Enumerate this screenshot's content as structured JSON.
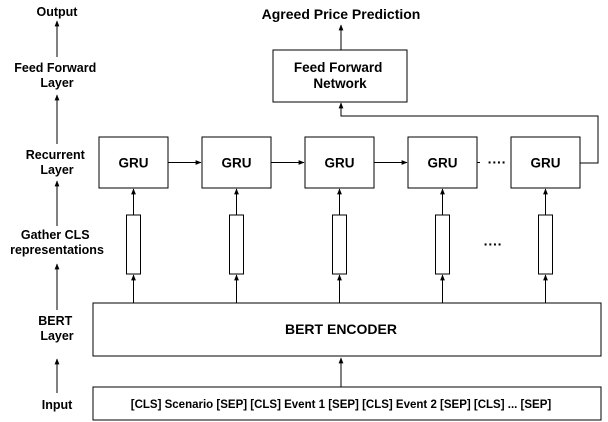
{
  "layers": {
    "output": "Output",
    "feed_forward": [
      "Feed Forward",
      "Layer"
    ],
    "recurrent": [
      "Recurrent",
      "Layer"
    ],
    "gather": [
      "Gather CLS",
      "representations"
    ],
    "bert": [
      "BERT",
      "Layer"
    ],
    "input": "Input"
  },
  "output_label": "Agreed Price Prediction",
  "ffn_box": [
    "Feed Forward",
    "Network"
  ],
  "gru_label": "GRU",
  "gru_count": 5,
  "gru_ellipsis": "····",
  "cls_ellipsis": "····",
  "bert_encoder": "BERT ENCODER",
  "input_sequence": "[CLS] Scenario [SEP] [CLS] Event 1 [SEP] [CLS] Event 2 [SEP] [CLS] ... [SEP]"
}
